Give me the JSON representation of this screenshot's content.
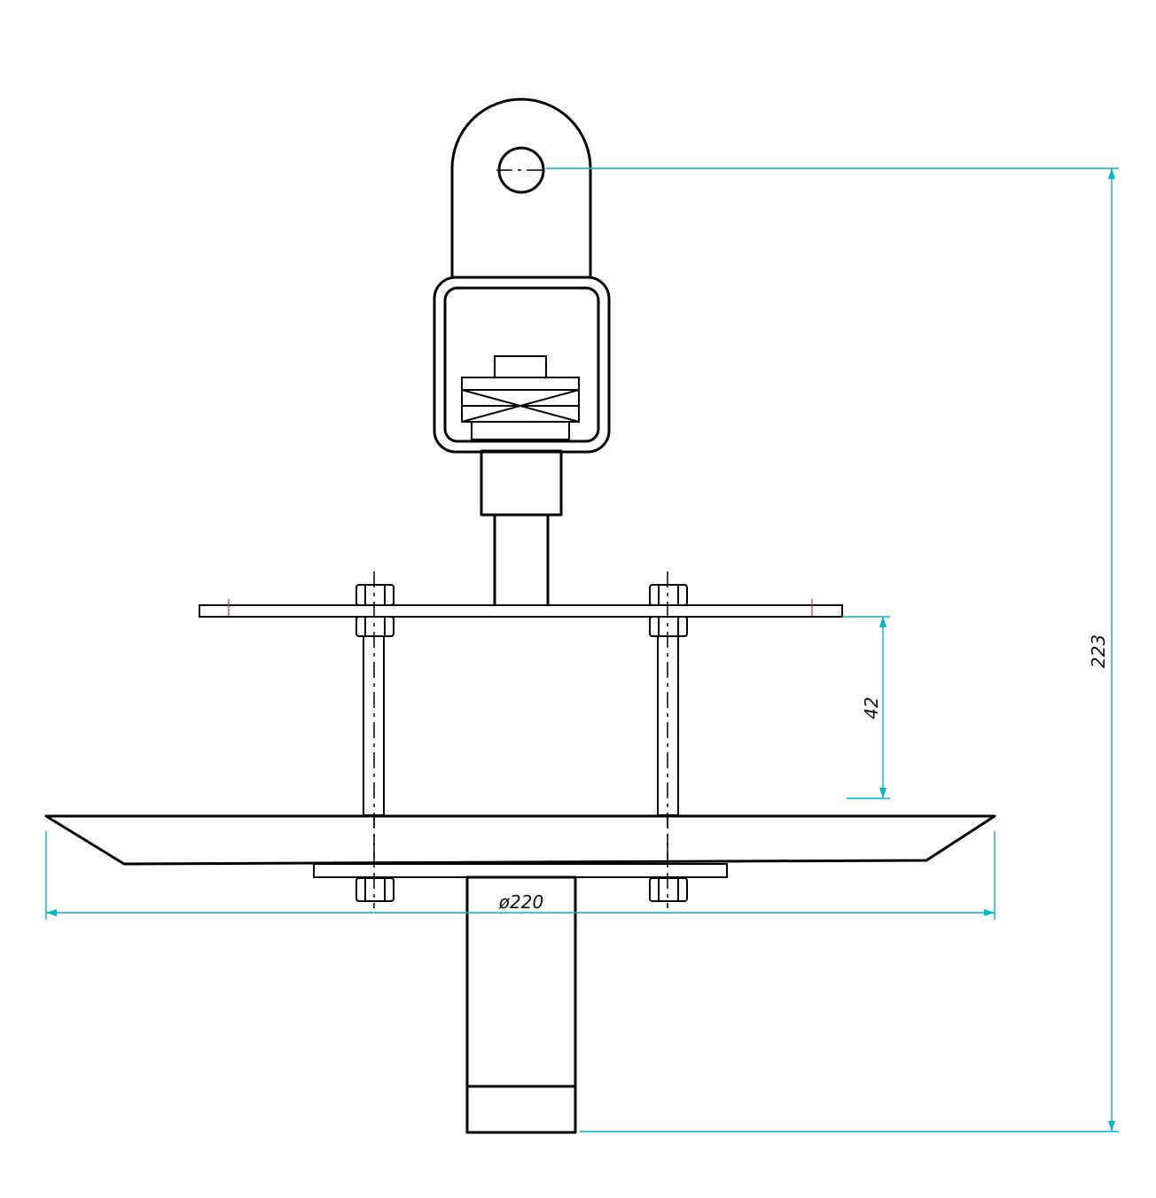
{
  "drawing": {
    "dimensions": {
      "overall_height": "223",
      "rod_spacing": "42",
      "diameter": "ø220"
    },
    "colors": {
      "line": "#000000",
      "dimension": "#00b4c8",
      "background": "#ffffff"
    }
  }
}
